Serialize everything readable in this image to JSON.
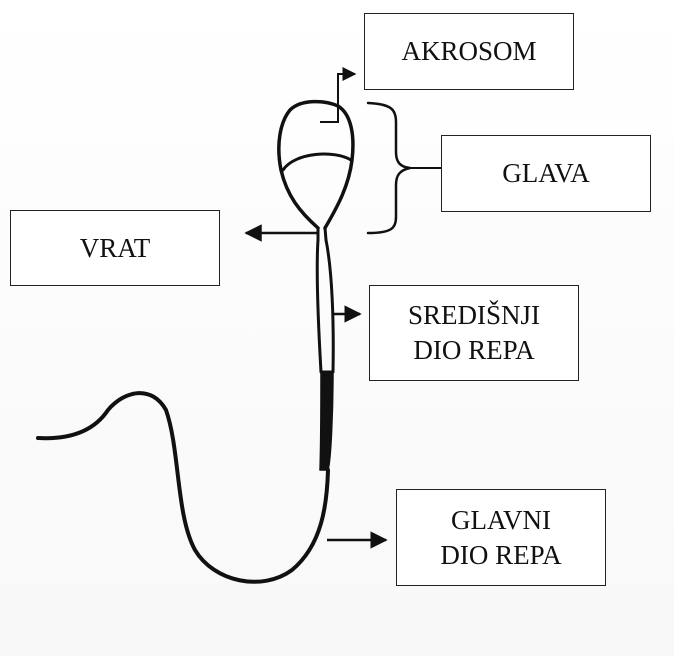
{
  "diagram": {
    "labels": {
      "akrosom": "AKROSOM",
      "glava": "GLAVA",
      "vrat": "VRAT",
      "sredisnji": {
        "line1": "SREDIŠNJI",
        "line2": "DIO REPA"
      },
      "glavni": {
        "line1": "GLAVNI",
        "line2": "DIO REPA"
      }
    },
    "colors": {
      "ink": "#111111",
      "background": "#ffffff"
    }
  }
}
